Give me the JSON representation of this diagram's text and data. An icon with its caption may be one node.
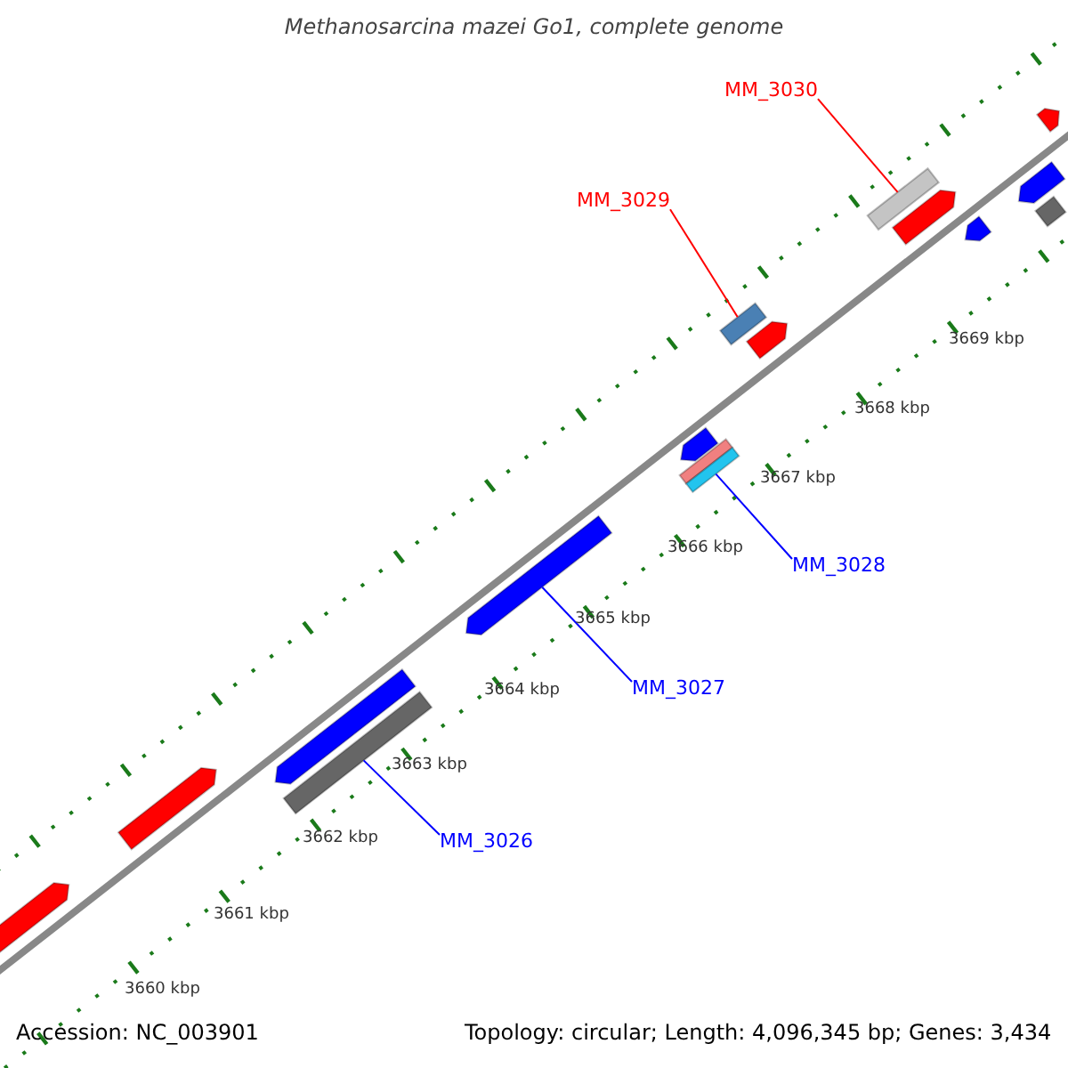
{
  "diagram": {
    "title": "Methanosarcina mazei Go1, complete genome",
    "nodes": [
      {
        "text": [
          "MM_3030"
        ]
      },
      {
        "text": [
          "MM_3029"
        ]
      },
      {
        "text": [
          "MM_3028"
        ]
      },
      {
        "text": [
          "MM_3027"
        ]
      },
      {
        "text": [
          "MM_3026"
        ]
      },
      {
        "text": [],
        "shape": "arrow"
      },
      {
        "text": [],
        "shape": "arrow"
      },
      {
        "text": [],
        "shape": "bar"
      },
      {
        "text": [],
        "shape": "arrow"
      },
      {
        "text": [],
        "shape": "arrow"
      },
      {
        "text": [],
        "shape": "bar"
      },
      {
        "text": [],
        "shape": "bar"
      },
      {
        "text": [],
        "shape": "arrow"
      },
      {
        "text": [],
        "shape": "bar"
      },
      {
        "text": [],
        "shape": "arrow"
      },
      {
        "text": [],
        "shape": "bar"
      },
      {
        "text": [],
        "shape": "arrow"
      },
      {
        "text": [],
        "shape": "arrow"
      },
      {
        "text": [],
        "shape": "arrow"
      },
      {
        "text": [],
        "shape": "bar"
      },
      {
        "text": [],
        "shape": "arrow"
      }
    ],
    "edges": [
      {
        "from": 0,
        "to": 15,
        "arrow": "none",
        "color": "#ff0000"
      },
      {
        "from": 1,
        "to": 13,
        "arrow": "none",
        "color": "#ff0000"
      },
      {
        "from": 2,
        "to": 11,
        "arrow": "none"
      },
      {
        "from": 3,
        "to": 9,
        "arrow": "none"
      },
      {
        "from": 4,
        "to": 7,
        "arrow": "none"
      }
    ],
    "labels": [
      "3669 kbp",
      "3668 kbp",
      "3667 kbp",
      "3666 kbp",
      "3665 kbp",
      "3664 kbp",
      "3663 kbp",
      "3662 kbp",
      "3661 kbp",
      "3660 kbp",
      "Accession: NC_003901",
      "Topology: circular; Length: 4,096,345 bp; Genes: 3,434"
    ]
  }
}
